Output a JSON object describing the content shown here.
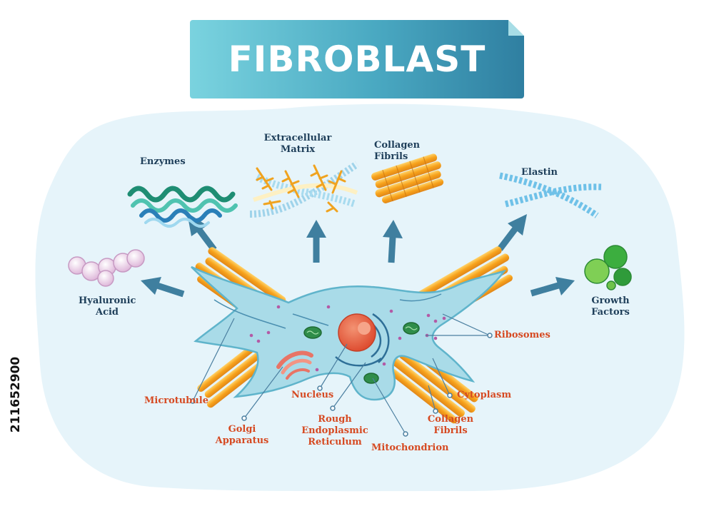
{
  "title": "FIBROBLAST",
  "products": {
    "enzymes": "Enzymes",
    "extracellular_matrix": "Extracellular\nMatrix",
    "collagen_fibrils": "Collagen\nFibrils",
    "elastin": "Elastin",
    "hyaluronic_acid": "Hyaluronic\nAcid",
    "growth_factors": "Growth\nFactors"
  },
  "parts": {
    "ribosomes": "Ribosomes",
    "microtubule": "Microtubule",
    "nucleus": "Nucleus",
    "cytoplasm": "Cytoplasm",
    "golgi_apparatus": "Golgi\nApparatus",
    "rough_er": "Rough\nEndoplasmic\nReticulum",
    "collagen_fibrils": "Collagen\nFibrils",
    "mitochondrion": "Mitochondrion"
  },
  "stock_id": "211652900",
  "colors": {
    "banner_start": "#7ad3df",
    "banner_end": "#2f7fa1",
    "background_blob": "#e6f4fa",
    "cell_body": "#a9dbe8",
    "nucleus": "#e4583a",
    "collagen": "#f5a623",
    "arrow": "#3f7f9f",
    "label_dark": "#1f3f5a",
    "label_red": "#d64a22"
  }
}
